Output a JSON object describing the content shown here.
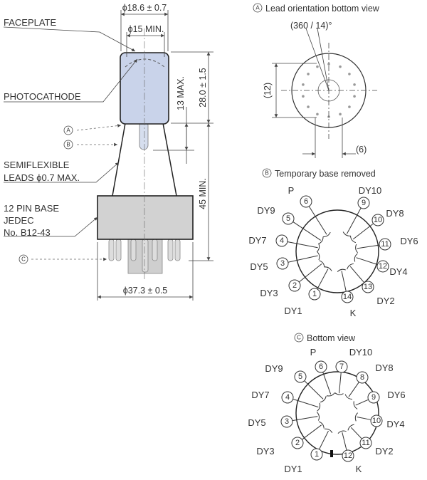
{
  "outline": {
    "faceplate_label": "FACEPLATE",
    "photocathode_label": "PHOTOCATHODE",
    "leads_label_1": "SEMIFLEXIBLE",
    "leads_label_2": "LEADS ϕ0.7 MAX.",
    "base_label_1": "12 PIN BASE",
    "base_label_2": "JEDEC",
    "base_label_3": "No. B12-43",
    "marker_a": "A",
    "marker_b": "B",
    "marker_c": "C",
    "dim_outer_diameter": "ϕ18.6 ± 0.7",
    "dim_cathode_diameter": "ϕ15 MIN.",
    "dim_length": "28.0 ± 1.5",
    "dim_stem": "13 MAX.",
    "dim_leads": "45 MIN.",
    "dim_base_diameter": "ϕ37.3 ± 0.5"
  },
  "view_a": {
    "marker": "A",
    "title": "Lead orientation bottom view",
    "angle": "(360 / 14)°",
    "dim_12": "(12)",
    "dim_6": "(6)"
  },
  "view_b": {
    "marker": "B",
    "title": "Temporary base removed",
    "pins": [
      {
        "num": "1",
        "label": "DY1"
      },
      {
        "num": "2",
        "label": "DY3"
      },
      {
        "num": "3",
        "label": "DY5"
      },
      {
        "num": "4",
        "label": "DY7"
      },
      {
        "num": "5",
        "label": "DY9"
      },
      {
        "num": "6",
        "label": "P"
      },
      {
        "num": "9",
        "label": "DY10"
      },
      {
        "num": "10",
        "label": "DY8"
      },
      {
        "num": "11",
        "label": "DY6"
      },
      {
        "num": "12",
        "label": "DY4"
      },
      {
        "num": "13",
        "label": "DY2"
      },
      {
        "num": "14",
        "label": "K"
      }
    ]
  },
  "view_c": {
    "marker": "C",
    "title": "Bottom view",
    "pins": [
      {
        "num": "1",
        "label": "DY1"
      },
      {
        "num": "2",
        "label": "DY3"
      },
      {
        "num": "3",
        "label": "DY5"
      },
      {
        "num": "4",
        "label": "DY7"
      },
      {
        "num": "5",
        "label": "DY9"
      },
      {
        "num": "6",
        "label": "P"
      },
      {
        "num": "7",
        "label": "DY10"
      },
      {
        "num": "8",
        "label": "DY8"
      },
      {
        "num": "9",
        "label": "DY6"
      },
      {
        "num": "10",
        "label": "DY4"
      },
      {
        "num": "11",
        "label": "DY2"
      },
      {
        "num": "12",
        "label": "K"
      }
    ]
  }
}
